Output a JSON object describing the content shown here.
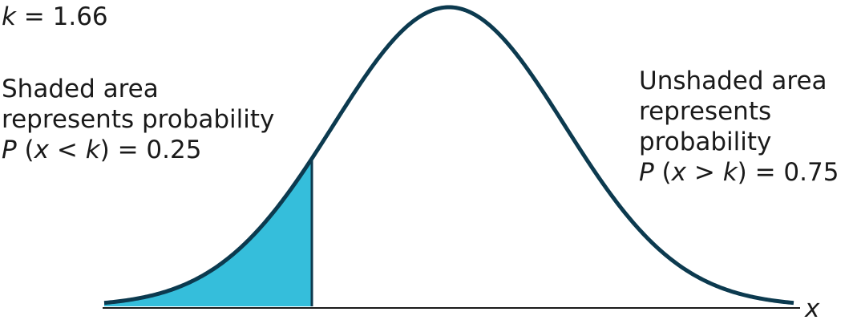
{
  "k_label": {
    "var": "k",
    "text": " = 1.66"
  },
  "left_annotation": {
    "line1": "Shaded area",
    "line2": "represents probability",
    "p": "P",
    "open": " (",
    "x": "x",
    "op": " < ",
    "k": "k",
    "close": ") = 0.25"
  },
  "right_annotation": {
    "line1": "Unshaded area",
    "line2": "represents",
    "line3": "probability",
    "p": "P",
    "open": " (",
    "x": "x",
    "op": " > ",
    "k": "k",
    "close": ") = 0.75"
  },
  "axis": {
    "x_label": "x"
  },
  "colors": {
    "curve": "#0c3a4f",
    "shade": "#35bedb",
    "axis": "#1a1a1a"
  },
  "distribution": {
    "k": 1.66,
    "p_left": 0.25,
    "p_right": 0.75
  }
}
